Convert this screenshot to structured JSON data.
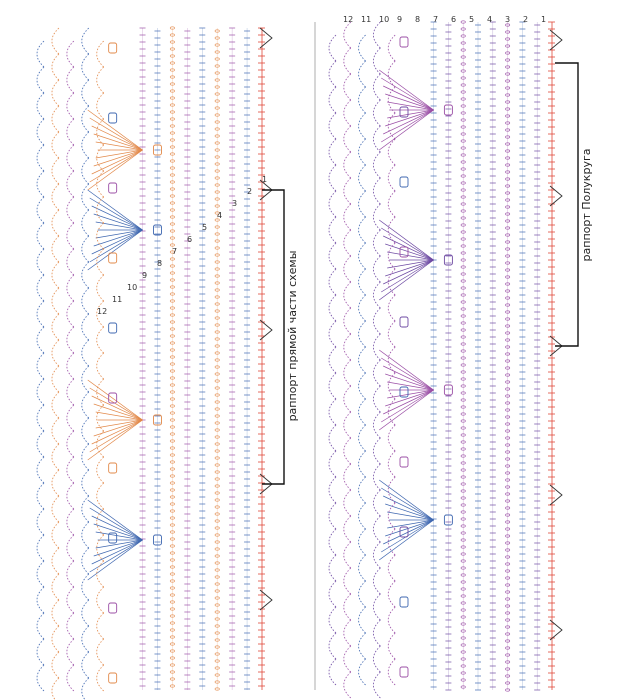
{
  "labels": {
    "left_repeat": "раппорт прямой части схемы",
    "right_repeat": "раппорт Полукруга"
  },
  "colors": {
    "base_red": "#e0483a",
    "purple": "#9b4fa6",
    "orange": "#e2894a",
    "blue": "#3f67b0",
    "violet": "#6e4aa3",
    "text": "#222222",
    "divider": "#9a9a9a"
  },
  "left_row_numbers": [
    "1",
    "2",
    "3",
    "4",
    "5",
    "6",
    "7",
    "8",
    "9",
    "10",
    "11",
    "12"
  ],
  "right_row_numbers": [
    "12",
    "11",
    "10",
    "9",
    "8",
    "7",
    "6",
    "5",
    "4",
    "3",
    "2",
    "1"
  ],
  "icons": [
    "chevron-marker-icon",
    "stitch-tick-icon",
    "chain-loop-icon",
    "cluster-stitch-icon"
  ]
}
